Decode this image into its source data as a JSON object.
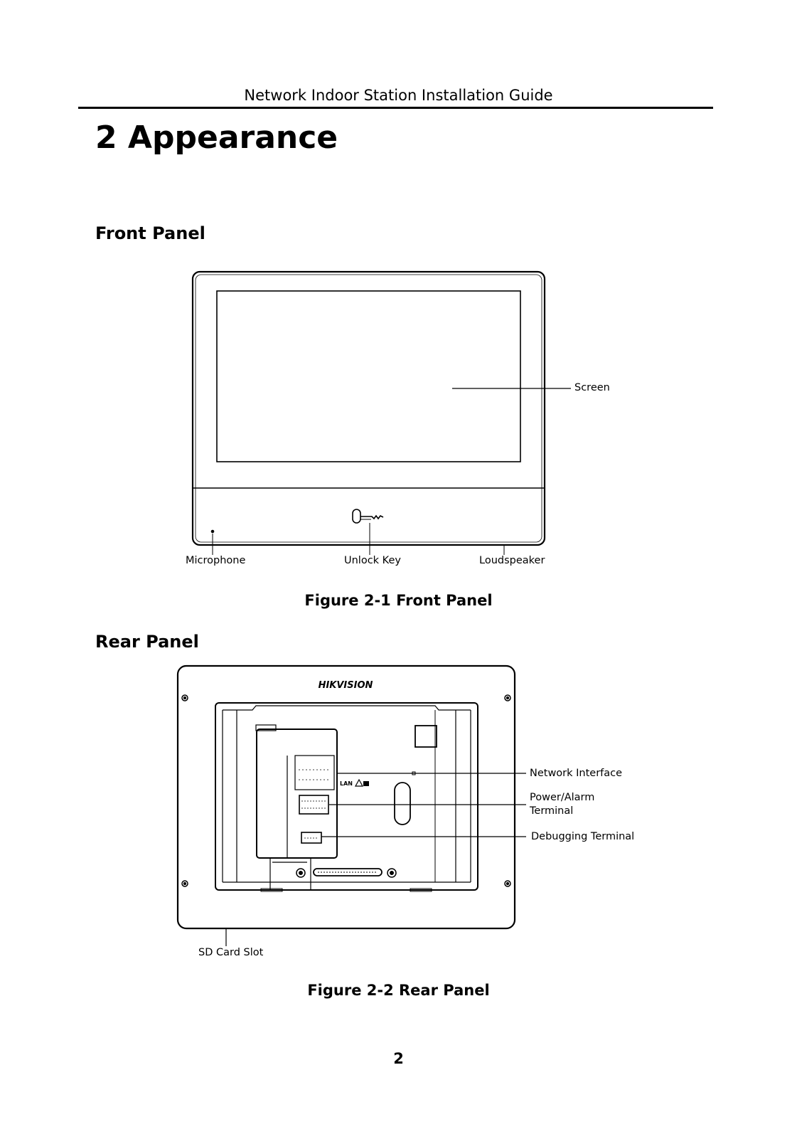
{
  "header": {
    "title": "Network Indoor Station Installation Guide"
  },
  "chapter": {
    "title": "2 Appearance"
  },
  "front_panel": {
    "heading": "Front Panel",
    "callouts": {
      "screen": "Screen",
      "microphone": "Microphone",
      "unlock_key": "Unlock Key",
      "loudspeaker": "Loudspeaker"
    },
    "caption": "Figure 2-1 Front Panel"
  },
  "rear_panel": {
    "heading": "Rear Panel",
    "logo": "HIKVISION",
    "callouts": {
      "network_interface": "Network Interface",
      "power_alarm_line1": "Power/Alarm",
      "power_alarm_line2": "Terminal",
      "debugging_terminal": "Debugging Terminal",
      "sd_card_slot": "SD Card Slot",
      "lan": "LAN"
    },
    "caption": "Figure 2-2 Rear Panel"
  },
  "footer": {
    "page_number": "2"
  }
}
